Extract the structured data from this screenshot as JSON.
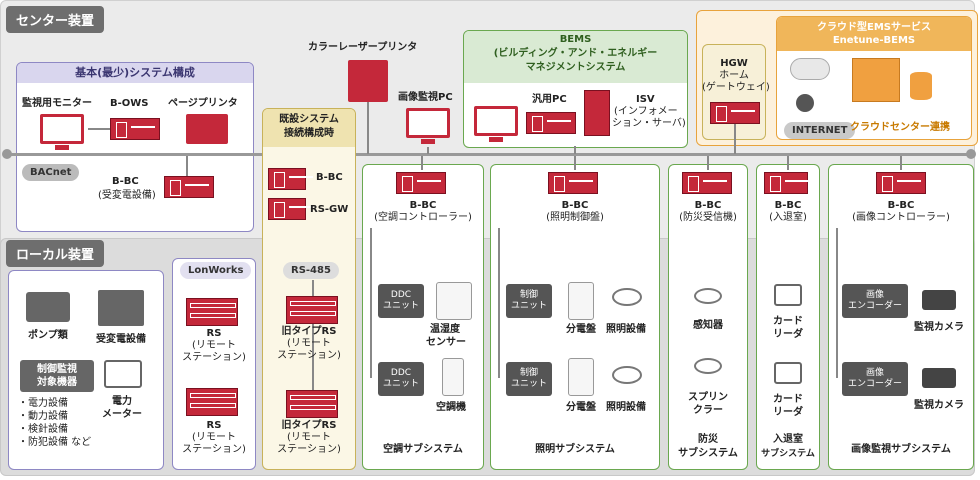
{
  "sections": {
    "center": "センター装置",
    "local": "ローカル装置"
  },
  "basic": {
    "title": "基本(最少)システム構成",
    "monitor": "監視用モニター",
    "bows": "B-OWS",
    "page_printer": "ページプリンタ",
    "bacnet": "BACnet",
    "bbc_line1": "B-BC",
    "bbc_line2": "(受変電設備)"
  },
  "top": {
    "color_printer": "カラーレーザープリンタ",
    "image_pc": "画像監視PC"
  },
  "bems": {
    "title_line1": "BEMS",
    "title_line2": "(ビルディング・アンド・エネルギー",
    "title_line3": "マネジメントシステム",
    "general_pc": "汎用PC",
    "isv_line1": "ISV",
    "isv_line2": "(インフォメー",
    "isv_line3": "ション・サーバ)"
  },
  "hgw": {
    "line1": "HGW",
    "line2": "ホーム",
    "line3": "(ゲートウェイ)"
  },
  "cloud": {
    "title_line1": "クラウド型EMSサービス",
    "title_line2": "Enetune-BEMS",
    "internet": "INTERNET",
    "center_link": "クラウドセンター連携"
  },
  "existing": {
    "title_line1": "既設システム",
    "title_line2": "接続構成時",
    "bbc": "B-BC",
    "rsgw": "RS-GW",
    "rs485": "RS-485",
    "old_rs": [
      "旧タイプRS",
      "(リモート",
      "ステーション)"
    ]
  },
  "lonworks": {
    "title": "LonWorks",
    "rs": [
      "RS",
      "(リモート",
      "ステーション)"
    ]
  },
  "local_left": {
    "pump": "ポンプ類",
    "substation": "受変電設備",
    "monitored_line1": "制御監視",
    "monitored_line2": "対象機器",
    "meter_line1": "電力",
    "meter_line2": "メーター",
    "list": [
      "・電力設備",
      "・動力設備",
      "・検針設備",
      "・防犯設備 など"
    ]
  },
  "hvac": {
    "bbc_line1": "B-BC",
    "bbc_line2": "(空調コントローラー)",
    "ddc_line1": "DDC",
    "ddc_line2": "ユニット",
    "sensor_line1": "温湿度",
    "sensor_line2": "センサー",
    "ac": "空調機",
    "sub": "空調サブシステム"
  },
  "lighting": {
    "bbc_line1": "B-BC",
    "bbc_line2": "(照明制御盤)",
    "ctrl_line1": "制御",
    "ctrl_line2": "ユニット",
    "panel": "分電盤",
    "light": "照明設備",
    "sub": "照明サブシステム"
  },
  "fire": {
    "bbc_line1": "B-BC",
    "bbc_line2": "(防災受信機)",
    "detector": "感知器",
    "sprinkler_line1": "スプリン",
    "sprinkler_line2": "クラー",
    "sub_line1": "防災",
    "sub_line2": "サブシステム"
  },
  "entry": {
    "bbc_line1": "B-BC",
    "bbc_line2": "(入退室)",
    "card_line1": "カード",
    "card_line2": "リーダ",
    "sub_line1": "入退室",
    "sub_line2": "サブシステム"
  },
  "video": {
    "bbc_line1": "B-BC",
    "bbc_line2": "(画像コントローラー)",
    "enc_line1": "画像",
    "enc_line2": "エンコーダー",
    "camera": "監視カメラ",
    "sub": "画像監視サブシステム"
  },
  "colors": {
    "accent": "#c4283a",
    "green": "#6aa84f",
    "purple": "#8e88c4",
    "orange": "#e8a33c",
    "gold": "#c8b25a"
  }
}
